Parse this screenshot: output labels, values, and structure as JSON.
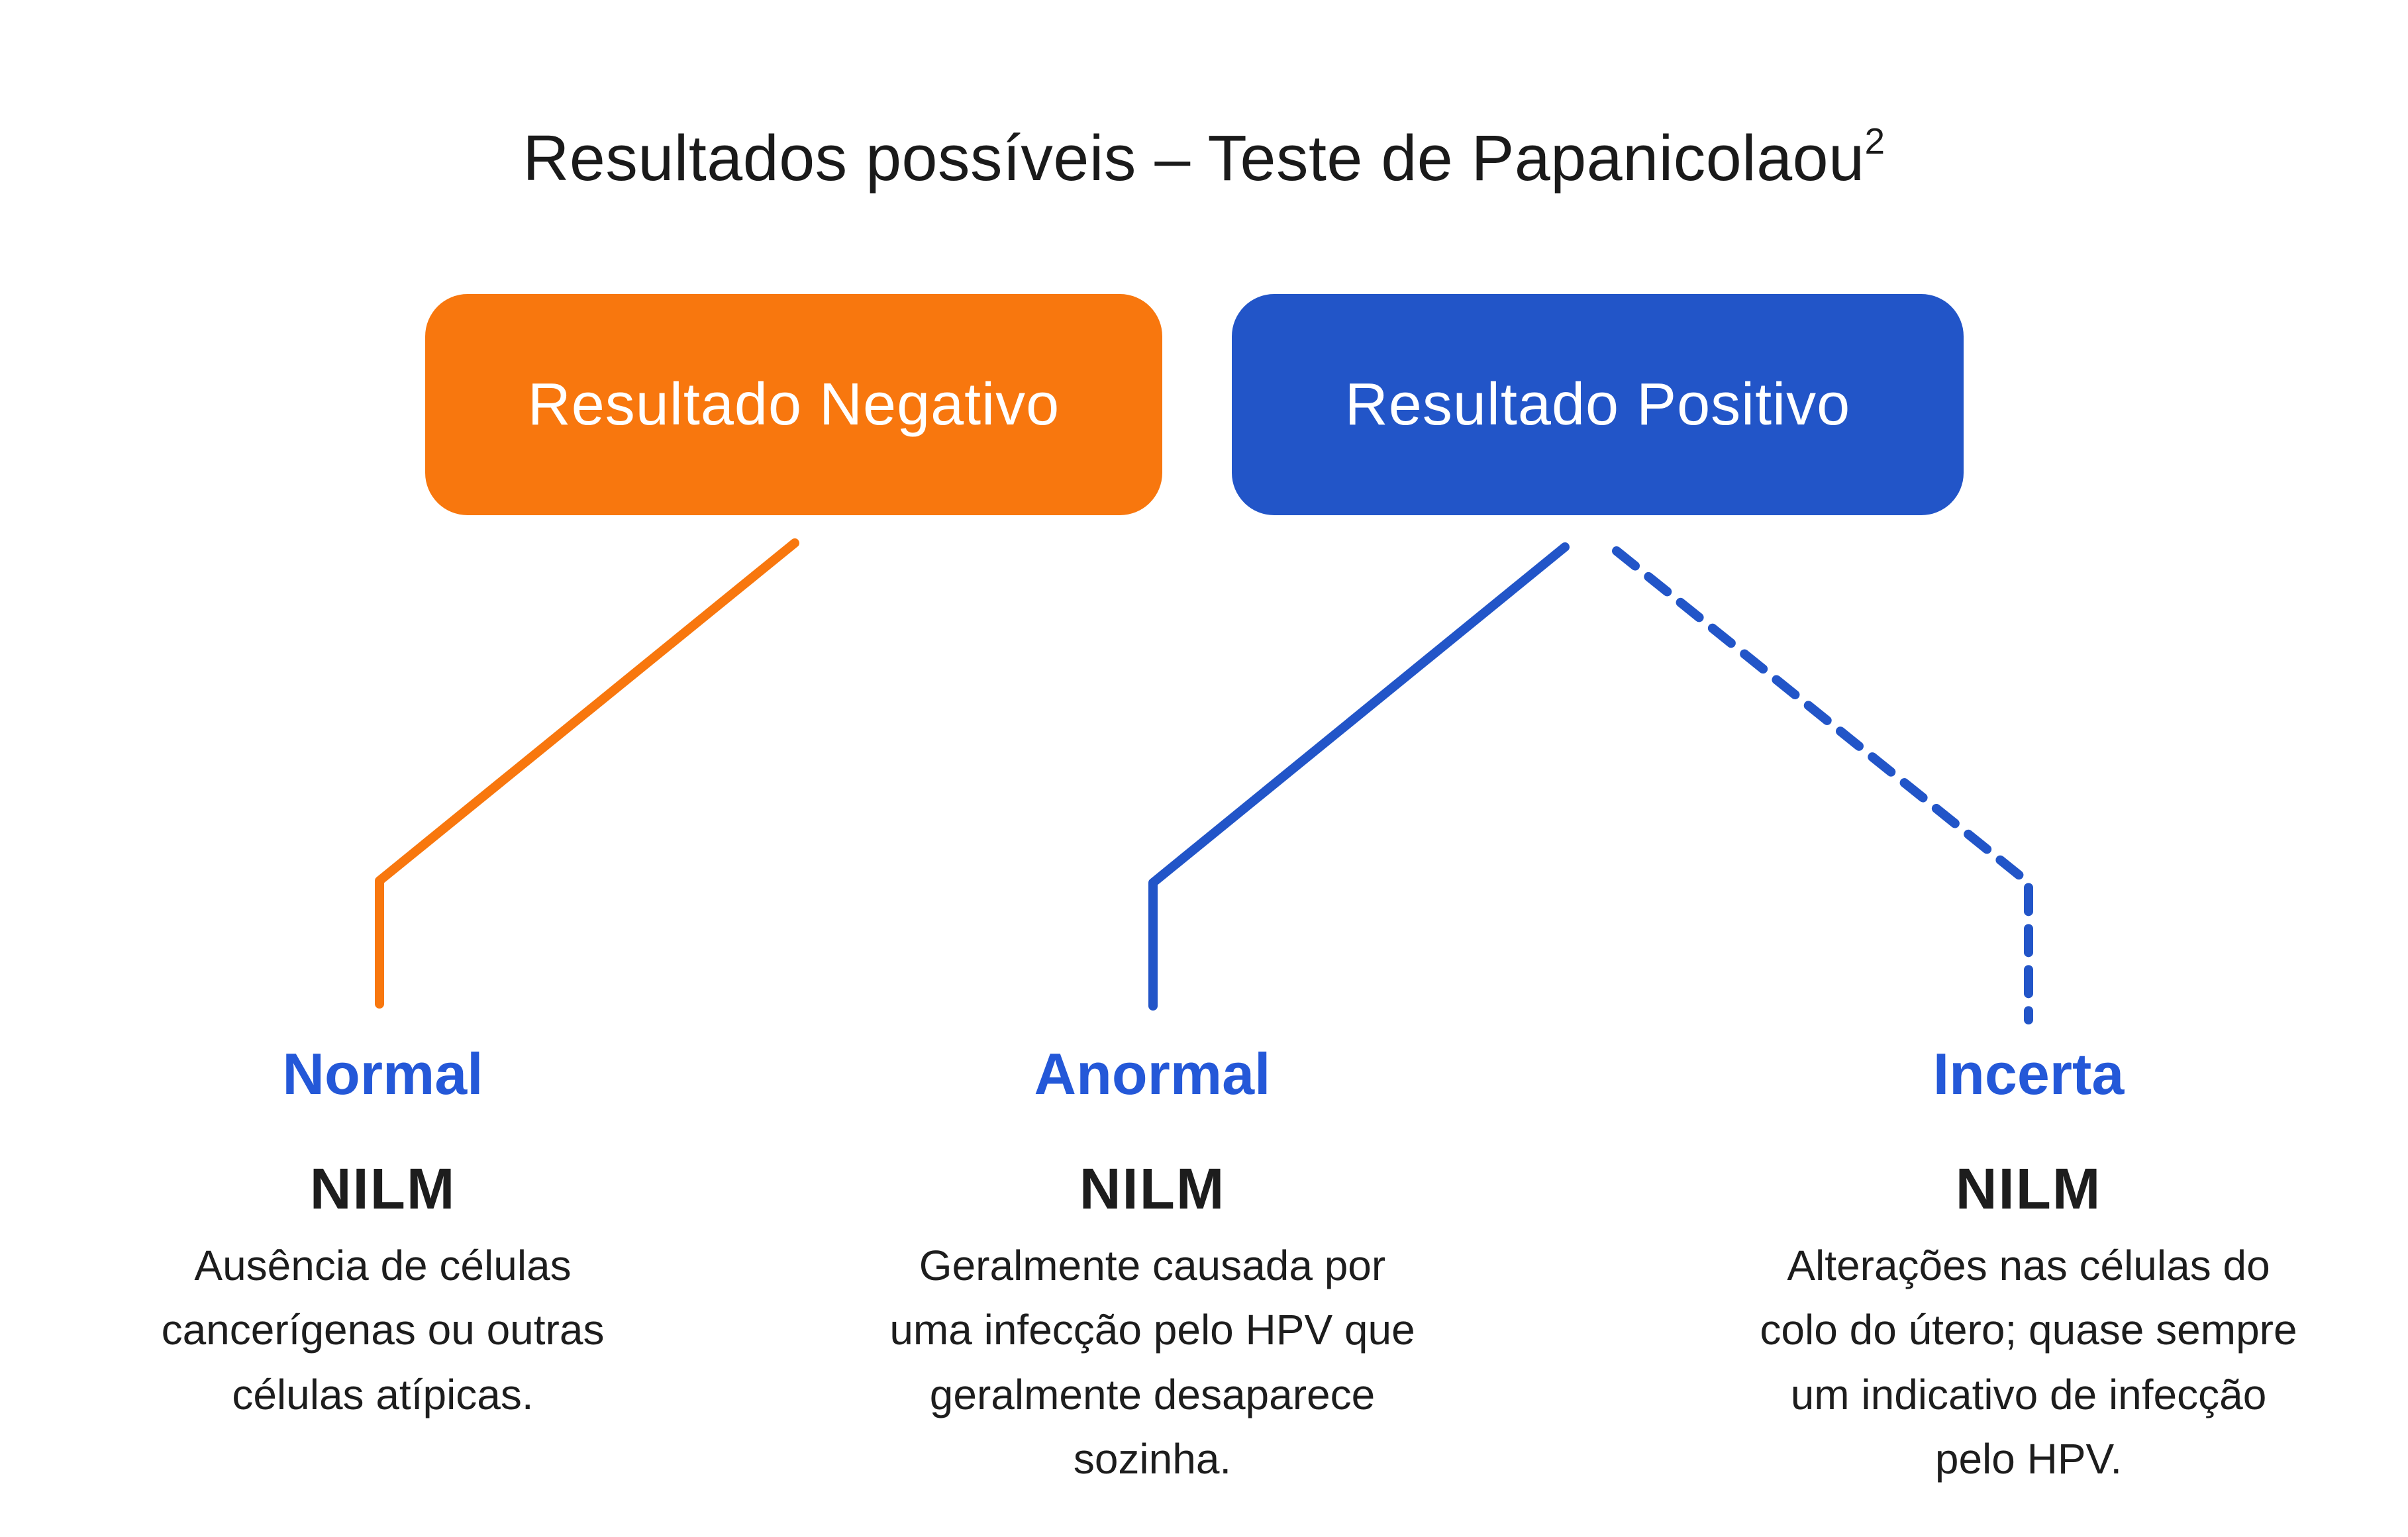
{
  "title": {
    "text": "Resultados possíveis – Teste de Papanicolaou",
    "superscript": "2"
  },
  "boxes": {
    "negative": {
      "label": "Resultado Negativo"
    },
    "positive": {
      "label": "Resultado Positivo"
    }
  },
  "outcomes": [
    {
      "label": "Normal",
      "acronym": "NILM",
      "description": "Ausência de células\ncancerígenas ou outras\ncélulas atípicas."
    },
    {
      "label": "Anormal",
      "acronym": "NILM",
      "description": "Geralmente causada por\numa infecção pelo HPV que\ngeralmente desaparece\nsozinha."
    },
    {
      "label": "Incerta",
      "acronym": "NILM",
      "description": "Alterações nas células do\ncolo do útero; quase sempre\num indicativo de infecção\npelo HPV."
    }
  ],
  "colors": {
    "orange": "#F8770E",
    "blue": "#2255C8",
    "label_blue": "#2458D8",
    "text_dark": "#1D1D1D",
    "background": "#FFFFFF"
  }
}
